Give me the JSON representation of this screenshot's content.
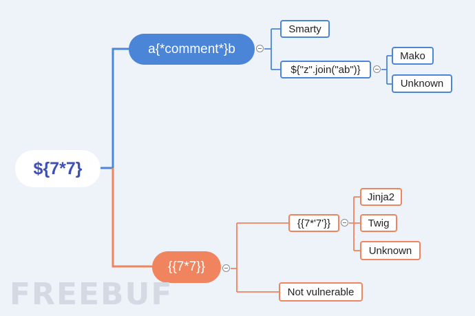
{
  "diagram": {
    "root": {
      "label": "${7*7}"
    },
    "branch_blue": {
      "label": "a{*comment*}b",
      "children": {
        "smarty": "Smarty",
        "join": "${\"z\".join(\"ab\")}",
        "mako": "Mako",
        "unknown": "Unknown"
      }
    },
    "branch_orange": {
      "label": "{{7*7}}",
      "children": {
        "seven_str": "{{7*'7'}}",
        "jinja2": "Jinja2",
        "twig": "Twig",
        "unknown": "Unknown",
        "not_vulnerable": "Not vulnerable"
      }
    },
    "colors": {
      "blue": "#4a85d8",
      "orange": "#f0845e",
      "root_text": "#3f4fb8"
    }
  },
  "watermark": "FREEBUF"
}
